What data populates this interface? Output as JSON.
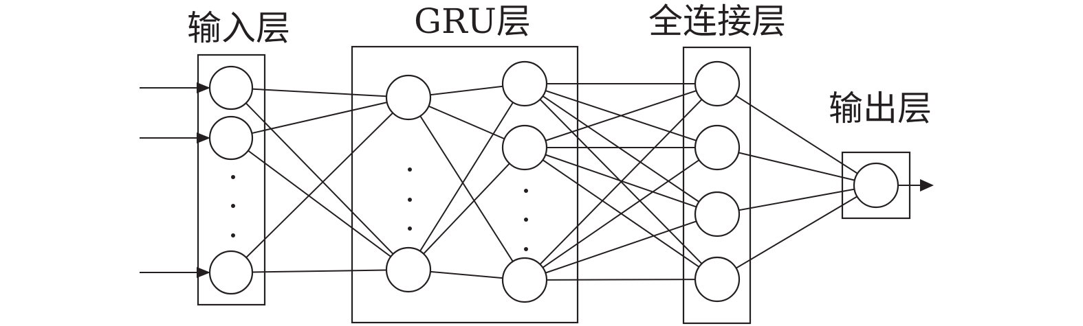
{
  "labels": {
    "input_layer": "输入层",
    "gru_layer": "GRU层",
    "dense_layer": "全连接层",
    "output_layer": "输出层"
  },
  "colors": {
    "stroke": "#231f20",
    "background": "#ffffff"
  }
}
